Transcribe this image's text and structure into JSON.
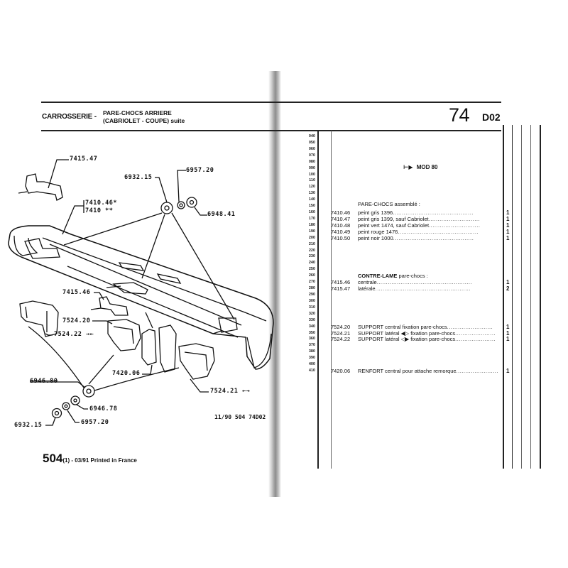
{
  "header": {
    "section": "CARROSSERIE -",
    "title_line1": "PARE-CHOCS ARRIERE",
    "title_line2": "(CABRIOLET - COUPE)  suite",
    "group_number": "74",
    "group_code": "D02"
  },
  "diagram": {
    "callouts": [
      {
        "id": "c1",
        "text": "7415.47"
      },
      {
        "id": "c2",
        "text": "6932.15"
      },
      {
        "id": "c3",
        "text": "6957.20"
      },
      {
        "id": "c4",
        "text": "6948.41"
      },
      {
        "id": "c5",
        "text": "7410.46*"
      },
      {
        "id": "c6",
        "text": "7410  **"
      },
      {
        "id": "c7",
        "text": "7415.46"
      },
      {
        "id": "c8",
        "text": "7524.20"
      },
      {
        "id": "c9",
        "text": "7524.22 →←"
      },
      {
        "id": "c10",
        "text": "7420.06"
      },
      {
        "id": "c11",
        "text": "7524.21 ←→"
      },
      {
        "id": "c12",
        "text": "6946.80"
      },
      {
        "id": "c13",
        "text": "6946.78"
      },
      {
        "id": "c14",
        "text": "6932.15"
      },
      {
        "id": "c15",
        "text": "6957.20"
      }
    ],
    "page_code": "11/90  504  74D02"
  },
  "footer": {
    "model": "504",
    "rest": "(1) - 03/91 Printed in France"
  },
  "table": {
    "line_numbers": [
      "040",
      "050",
      "060",
      "070",
      "080",
      "090",
      "100",
      "110",
      "120",
      "130",
      "140",
      "150",
      "160",
      "170",
      "180",
      "190",
      "200",
      "210",
      "220",
      "230",
      "240",
      "250",
      "260",
      "270",
      "280",
      "290",
      "300",
      "310",
      "320",
      "330",
      "340",
      "350",
      "360",
      "370",
      "380",
      "390",
      "400",
      "410"
    ],
    "mod_marker": "MOD 80",
    "sections": [
      {
        "title_bold": "PARE-CHOCS",
        "title_rest": " assemblé :",
        "rows": [
          {
            "ref": "7410.46",
            "desc": "peint gris  1396",
            "qty": "1"
          },
          {
            "ref": "7410.47",
            "desc": "peint gris  1399, sauf Cabriolet",
            "qty": "1"
          },
          {
            "ref": "7410.48",
            "desc": "peint vert  1474, sauf Cabriolet",
            "qty": "1"
          },
          {
            "ref": "7410.49",
            "desc": "peint rouge 1476",
            "qty": "1"
          },
          {
            "ref": "7410.50",
            "desc": "peint noir  1000",
            "qty": "1"
          }
        ]
      },
      {
        "title_bold": "CONTRE-LAME",
        "title_rest": " pare-chocs :",
        "rows": [
          {
            "ref": "7415.46",
            "desc": "centrale",
            "qty": "1"
          },
          {
            "ref": "7415.47",
            "desc": "latérale",
            "qty": "2"
          }
        ]
      },
      {
        "title_bold": "",
        "title_rest": "",
        "rows": [
          {
            "ref": "7524.20",
            "desc": "SUPPORT central fixation pare-chocs",
            "qty": "1"
          },
          {
            "ref": "7524.21",
            "desc": "SUPPORT latéral ◀▷ fixation pare-chocs",
            "qty": "1"
          },
          {
            "ref": "7524.22",
            "desc": "SUPPORT latéral ◁▶ fixation pare-chocs",
            "qty": "1"
          }
        ]
      },
      {
        "title_bold": "",
        "title_rest": "",
        "rows": [
          {
            "ref": "7420.06",
            "desc": "RENFORT central pour attache remorque",
            "qty": "1"
          }
        ]
      }
    ]
  }
}
